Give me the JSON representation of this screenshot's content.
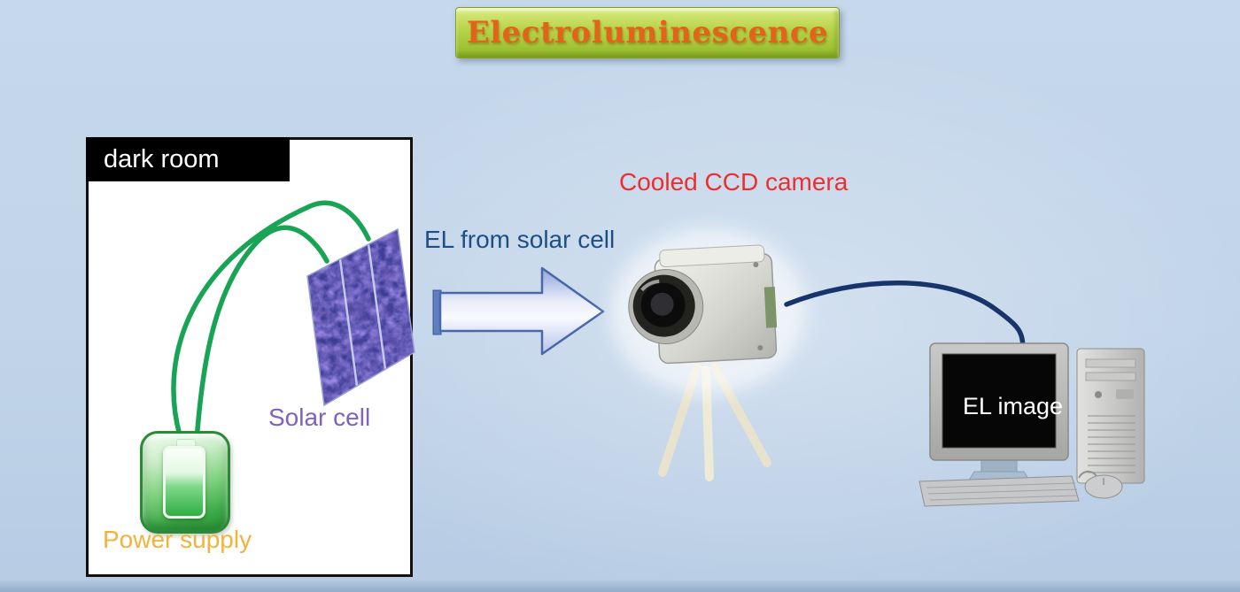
{
  "title": "Electroluminescence",
  "dark_room": {
    "label": "dark room",
    "solar_cell_label": "Solar cell",
    "power_supply_label": "Power supply"
  },
  "flow": {
    "arrow_label": "EL from solar cell"
  },
  "camera": {
    "label": "Cooled CCD camera"
  },
  "computer": {
    "screen_label": "EL image"
  },
  "colors": {
    "background": "#c2d5e9",
    "banner_green": "#aecf3e",
    "title_orange": "#e2641a",
    "dark_room_bg": "#ffffff",
    "dark_room_border": "#101010",
    "wire_green": "#18a355",
    "solar_cell_blue": "#3d3d94",
    "label_purple": "#8060c0",
    "label_gold": "#f2b33d",
    "label_navy": "#1d4f86",
    "label_red": "#ee2e2e",
    "arrow_border_blue": "#4a68a8",
    "cable_navy": "#17356b"
  }
}
